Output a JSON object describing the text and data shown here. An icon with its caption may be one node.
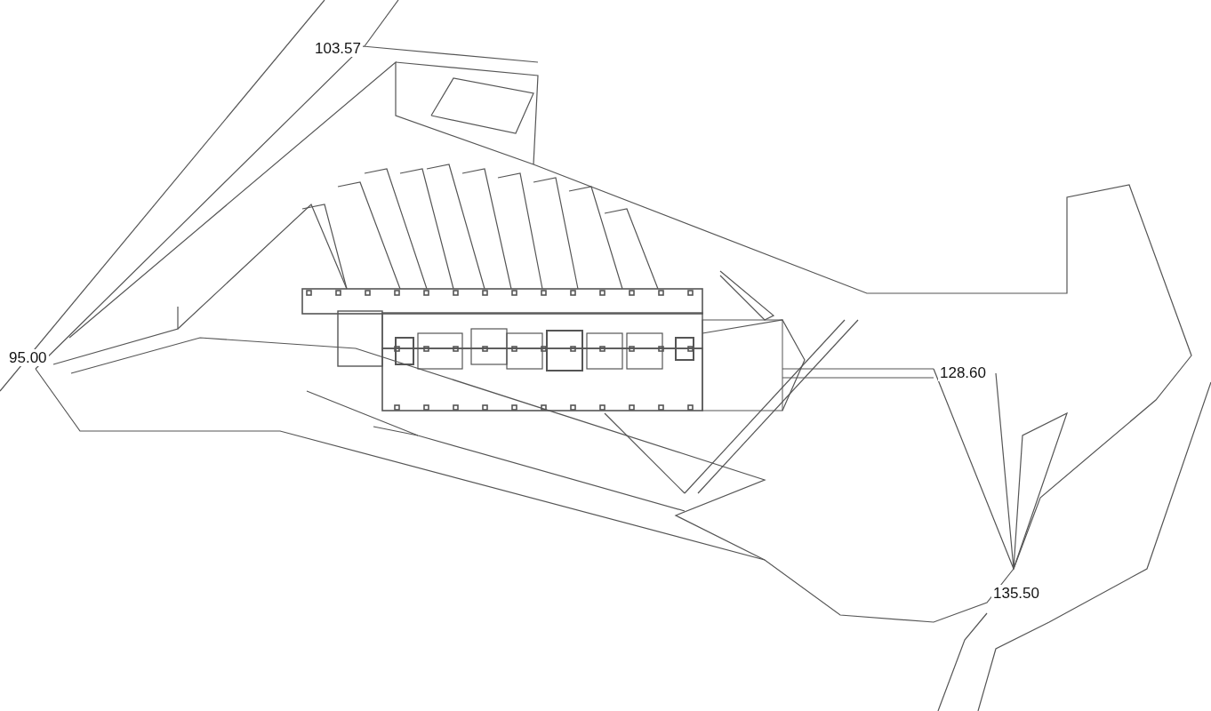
{
  "diagram": {
    "labels": [
      "103.57",
      "95.00",
      "128.60",
      "135.50"
    ]
  }
}
